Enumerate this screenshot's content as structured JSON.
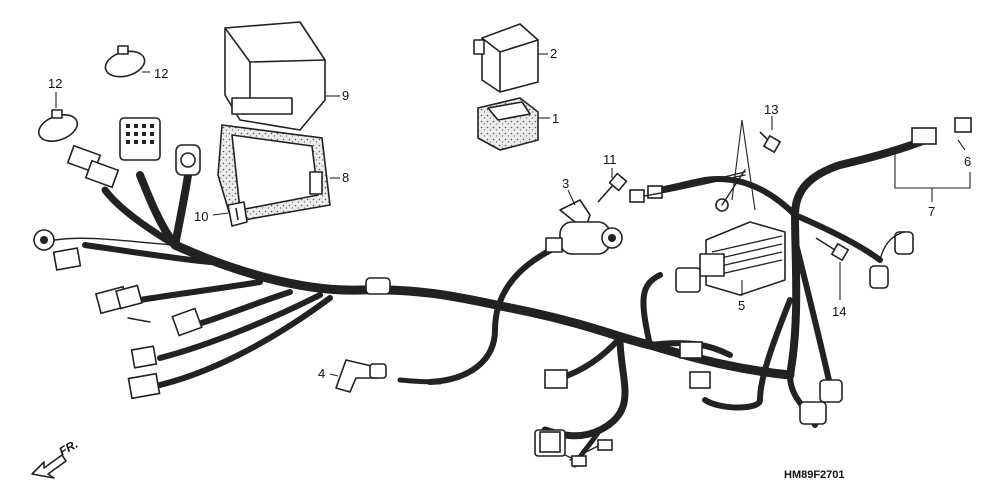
{
  "diagram": {
    "drawing_code": "HM89F2701",
    "direction_label": "FR.",
    "callouts": {
      "relay_rubber": "1",
      "relay": "2",
      "starter_relay": "3",
      "plug_cap": "4",
      "regulator_rectifier": "5",
      "connector_cap": "6",
      "wire_sub_harness": "7",
      "cdi_rubber": "8",
      "cdi_unit": "9",
      "clip": "10",
      "bolt_11": "11",
      "band_a": "12",
      "band_b": "12",
      "bolt_13": "13",
      "bolt_14": "14"
    }
  }
}
